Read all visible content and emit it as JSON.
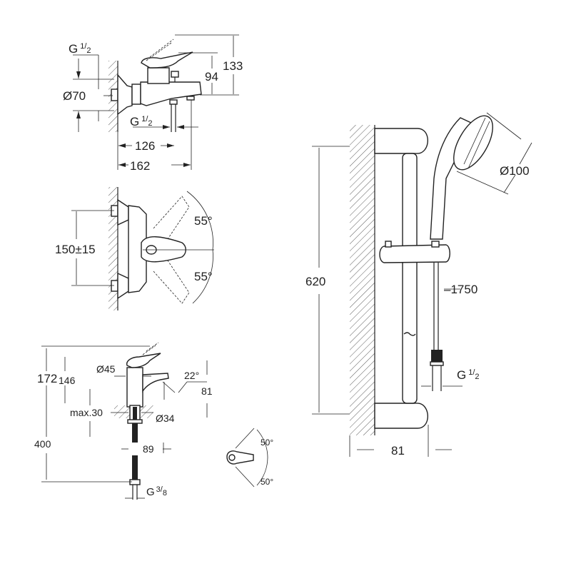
{
  "bath_mixer": {
    "inlet_thread": {
      "letter": "G",
      "num": "1",
      "den": "2"
    },
    "flange_diameter": "Ø70",
    "handle_height": "94",
    "total_height": "133",
    "outlet_thread": {
      "letter": "G",
      "num": "1",
      "den": "2"
    },
    "outlet_projection": "126",
    "total_projection": "162"
  },
  "bath_mixer_front": {
    "inlet_spacing": "150±15",
    "angle_up": "55°",
    "angle_down": "55°"
  },
  "basin_mixer": {
    "total_height": "172",
    "body_height": "146",
    "body_diameter": "Ø45",
    "spout_angle": "22°",
    "spout_height": "81",
    "max_deck_thickness": "max.30",
    "hole_diameter": "Ø34",
    "hose_length": "400",
    "spout_reach": "89",
    "connection_thread": {
      "letter": "G",
      "num": "3",
      "den": "8"
    }
  },
  "basin_handle_top": {
    "angle_left": "50°",
    "angle_right": "50°"
  },
  "shower_set": {
    "rail_length": "620",
    "head_diameter": "Ø100",
    "hose_length": "1750",
    "hose_thread": {
      "letter": "G",
      "num": "1",
      "den": "2"
    },
    "rail_projection": "81"
  }
}
